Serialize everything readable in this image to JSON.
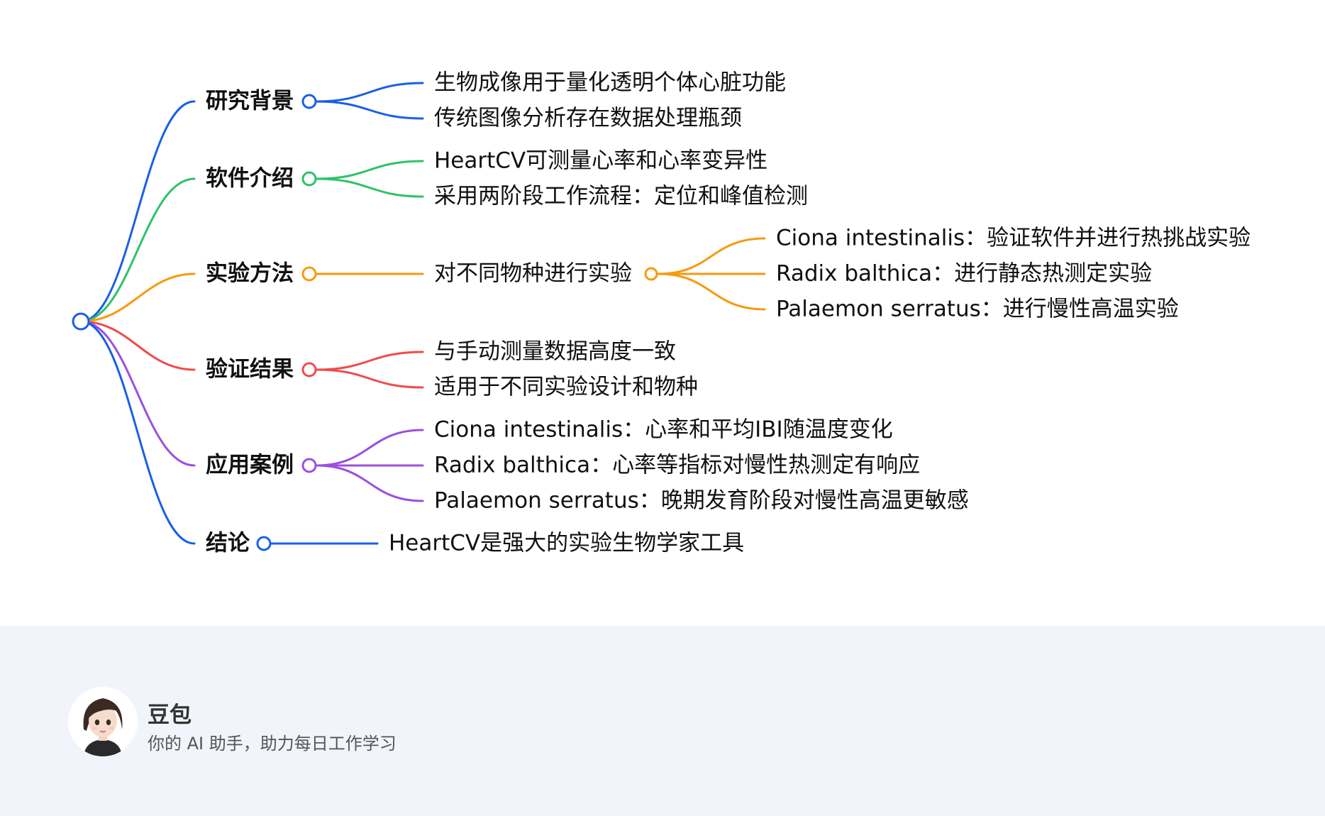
{
  "mindmap": {
    "root": {
      "color": "#1a5fe6"
    },
    "branches": [
      {
        "id": "background",
        "label": "研究背景",
        "color": "#1a5fe6",
        "children": [
          {
            "label": "生物成像用于量化透明个体心脏功能"
          },
          {
            "label": "传统图像分析存在数据处理瓶颈"
          }
        ]
      },
      {
        "id": "software",
        "label": "软件介绍",
        "color": "#2ec26a",
        "children": [
          {
            "label": "HeartCV可测量心率和心率变异性"
          },
          {
            "label": "采用两阶段工作流程：定位和峰值检测"
          }
        ]
      },
      {
        "id": "methods",
        "label": "实验方法",
        "color": "#f79a0f",
        "children": [
          {
            "label": "对不同物种进行实验",
            "children": [
              {
                "label": "Ciona intestinalis：验证软件并进行热挑战实验"
              },
              {
                "label": "Radix balthica：进行静态热测定实验"
              },
              {
                "label": "Palaemon serratus：进行慢性高温实验"
              }
            ]
          }
        ]
      },
      {
        "id": "validation",
        "label": "验证结果",
        "color": "#ee4c4c",
        "children": [
          {
            "label": "与手动测量数据高度一致"
          },
          {
            "label": "适用于不同实验设计和物种"
          }
        ]
      },
      {
        "id": "cases",
        "label": "应用案例",
        "color": "#9b4fe0",
        "children": [
          {
            "label": "Ciona intestinalis：心率和平均IBI随温度变化"
          },
          {
            "label": "Radix balthica：心率等指标对慢性热测定有响应"
          },
          {
            "label": "Palaemon serratus：晚期发育阶段对慢性高温更敏感"
          }
        ]
      },
      {
        "id": "conclusion",
        "label": "结论",
        "color": "#1a5fe6",
        "children": [
          {
            "label": "HeartCV是强大的实验生物学家工具"
          }
        ]
      }
    ]
  },
  "footer": {
    "brand_name": "豆包",
    "tagline": "你的 AI 助手，助力每日工作学习"
  }
}
